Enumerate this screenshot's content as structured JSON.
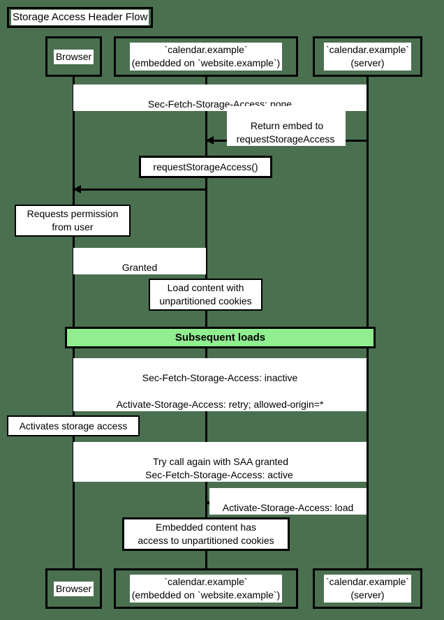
{
  "diagram": {
    "title": "Storage Access Header Flow",
    "background_color": "#4a7050",
    "line_color": "#000000",
    "note_fill": "#ffffff",
    "divider_color": "#90ee90"
  },
  "participants": [
    {
      "id": "browser",
      "label": "Browser"
    },
    {
      "id": "embed",
      "label": "`calendar.example`\n(embedded on `website.example`)"
    },
    {
      "id": "server",
      "label": "`calendar.example`\n(server)"
    }
  ],
  "participants_bottom": [
    {
      "id": "browser",
      "label": "Browser"
    },
    {
      "id": "embed",
      "label": "`calendar.example`\n(embedded on `website.example`)"
    },
    {
      "id": "server",
      "label": "`calendar.example`\n(server)"
    }
  ],
  "messages": [
    {
      "id": "m1",
      "from": "browser",
      "to": "server",
      "direction": "right",
      "label": "Sec-Fetch-Storage-Access: none"
    },
    {
      "id": "m2",
      "from": "server",
      "to": "embed",
      "direction": "left",
      "label": "Return embed to\nrequestStorageAccess"
    },
    {
      "id": "m3",
      "from": "embed",
      "to": "browser",
      "direction": "left",
      "label": ""
    },
    {
      "id": "m4",
      "from": "browser",
      "to": "embed",
      "direction": "right",
      "label": "Granted"
    },
    {
      "id": "m5",
      "from": "browser",
      "to": "server",
      "direction": "right",
      "label": "Sec-Fetch-Storage-Access: inactive"
    },
    {
      "id": "m6",
      "from": "server",
      "to": "browser",
      "direction": "left",
      "label": "Activate-Storage-Access: retry; allowed-origin=*"
    },
    {
      "id": "m7",
      "from": "browser",
      "to": "server",
      "direction": "right",
      "label": "Try call again with SAA granted\nSec-Fetch-Storage-Access: active"
    },
    {
      "id": "m8",
      "from": "server",
      "to": "embed",
      "direction": "left",
      "label": "Activate-Storage-Access: load"
    }
  ],
  "notes": [
    {
      "id": "n1",
      "over": "embed",
      "text": "requestStorageAccess()"
    },
    {
      "id": "n2",
      "over": "browser",
      "text": "Requests permission\nfrom user"
    },
    {
      "id": "n3",
      "over": "embed",
      "text": "Load content with\nunpartitioned cookies"
    },
    {
      "id": "n4",
      "over": "browser",
      "text": "Activates storage access"
    },
    {
      "id": "n5",
      "over": "embed",
      "text": "Embedded content has\naccess to unpartitioned cookies"
    }
  ],
  "dividers": [
    {
      "id": "d1",
      "text": "Subsequent loads",
      "color": "#90ee90"
    }
  ]
}
